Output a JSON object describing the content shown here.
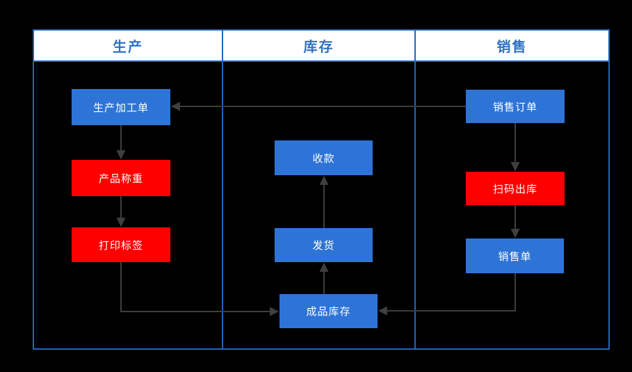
{
  "diagram": {
    "lanes": [
      {
        "label": "生产"
      },
      {
        "label": "库存"
      },
      {
        "label": "销售"
      }
    ],
    "nodes": [
      {
        "id": "production-work-order",
        "label": "生产加工单",
        "lane": "生产",
        "color": "#2E74D6"
      },
      {
        "id": "product-weighing",
        "label": "产品称重",
        "lane": "生产",
        "color": "#FF0000"
      },
      {
        "id": "print-label",
        "label": "打印标签",
        "lane": "生产",
        "color": "#FF0000"
      },
      {
        "id": "receive-payment",
        "label": "收款",
        "lane": "库存",
        "color": "#2E74D6"
      },
      {
        "id": "ship-goods",
        "label": "发货",
        "lane": "库存",
        "color": "#2E74D6"
      },
      {
        "id": "finished-goods-inventory",
        "label": "成品库存",
        "lane": "库存",
        "color": "#2E74D6"
      },
      {
        "id": "sales-order",
        "label": "销售订单",
        "lane": "销售",
        "color": "#2E74D6"
      },
      {
        "id": "scan-outbound",
        "label": "扫码出库",
        "lane": "销售",
        "color": "#FF0000"
      },
      {
        "id": "sales-slip",
        "label": "销售单",
        "lane": "销售",
        "color": "#2E74D6"
      }
    ],
    "edges": [
      {
        "from": "sales-order",
        "to": "production-work-order"
      },
      {
        "from": "production-work-order",
        "to": "product-weighing"
      },
      {
        "from": "product-weighing",
        "to": "print-label"
      },
      {
        "from": "print-label",
        "to": "finished-goods-inventory"
      },
      {
        "from": "finished-goods-inventory",
        "to": "ship-goods"
      },
      {
        "from": "ship-goods",
        "to": "receive-payment"
      },
      {
        "from": "sales-order",
        "to": "scan-outbound"
      },
      {
        "from": "scan-outbound",
        "to": "sales-slip"
      },
      {
        "from": "sales-slip",
        "to": "finished-goods-inventory"
      }
    ]
  },
  "colors": {
    "background": "#000000",
    "node_blue": "#2E74D6",
    "node_red": "#FF0000",
    "node_text": "#FFFFFF",
    "lane_border": "#2563BB",
    "lane_header_bg": "#FFFFFF",
    "lane_header_text": "#2E72C6",
    "arrow": "#3F3F3F"
  }
}
